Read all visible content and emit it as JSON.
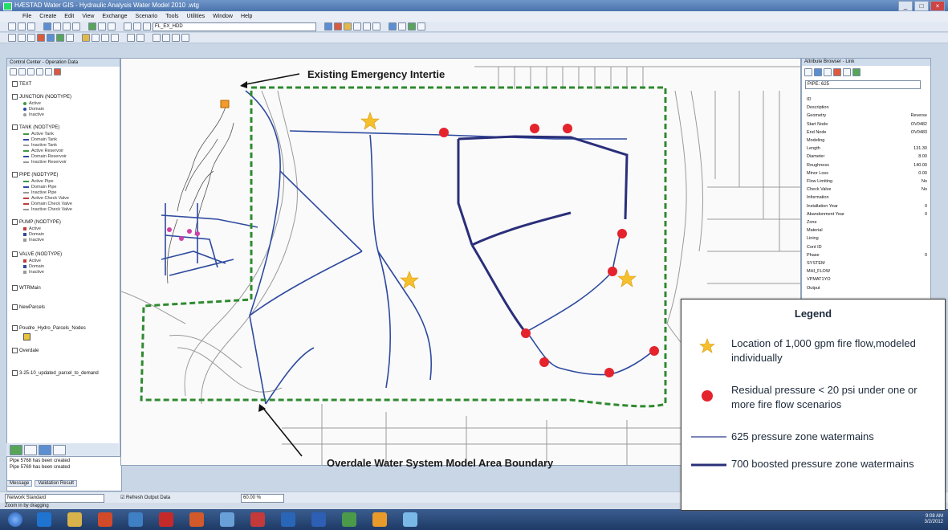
{
  "window": {
    "title": "HÆSTAD Water GIS - Hydraulic Analysis Water Model 2010 .wtg"
  },
  "menu": [
    "File",
    "Create",
    "Edit",
    "View",
    "Exchange",
    "Scenario",
    "Tools",
    "Utilities",
    "Window",
    "Help"
  ],
  "toolbar": {
    "scenario_combo": "FL_EX_HDD"
  },
  "left_panel": {
    "title": "Control Center - Operation Data",
    "layers": [
      {
        "name": "TEXT"
      },
      {
        "name": "JUNCTION (NODTYPE)",
        "items": [
          "Active",
          "Domain",
          "Inactive"
        ]
      },
      {
        "name": "TANK (NODTYPE)",
        "items": [
          "Active Tank",
          "Domain Tank",
          "Inactive Tank",
          "Active Reservoir",
          "Domain Reservoir",
          "Inactive Reservoir"
        ]
      },
      {
        "name": "PIPE (NODTYPE)",
        "items": [
          "Active Pipe",
          "Domain Pipe",
          "Inactive Pipe",
          "Active Check Valve",
          "Domain Check Valve",
          "Inactive Check Valve"
        ]
      },
      {
        "name": "PUMP (NODTYPE)",
        "items": [
          "Active",
          "Domain",
          "Inactive"
        ]
      },
      {
        "name": "VALVE (NODTYPE)",
        "items": [
          "Active",
          "Domain",
          "Inactive"
        ]
      },
      {
        "name": "WTRMain"
      },
      {
        "name": "NewParcels"
      },
      {
        "name": "Poudre_Hydro_Parcels_Nodes"
      },
      {
        "name": "Overdale"
      },
      {
        "name": "3-25-10_updated_parcel_to_demand"
      }
    ]
  },
  "messages": {
    "lines": [
      "Pipe 5768 has been created",
      "Pipe 5769 has been created"
    ],
    "tabs": [
      "Message",
      "Validation Result"
    ]
  },
  "status": {
    "profile": "Network Standard",
    "refresh": "Refresh Output Data",
    "zoom": "60.00 %",
    "hint": "Zoom in by dragging"
  },
  "right_panel": {
    "title": "Attribute Browser - Link",
    "element": "PIPE: 625",
    "properties": [
      {
        "k": "ID",
        "v": ""
      },
      {
        "k": "Description",
        "v": ""
      },
      {
        "k": "Geometry",
        "v": "Reverse"
      },
      {
        "k": "Start Node",
        "v": "OV0482"
      },
      {
        "k": "End Node",
        "v": "OV0483"
      },
      {
        "k": "Modeling",
        "v": ""
      },
      {
        "k": "Length",
        "v": "131.30"
      },
      {
        "k": "Diameter",
        "v": "8.00"
      },
      {
        "k": "Roughness",
        "v": "140.00"
      },
      {
        "k": "Minor Loss",
        "v": "0.00"
      },
      {
        "k": "Flow Limiting",
        "v": "No"
      },
      {
        "k": "Check Valve",
        "v": "No"
      },
      {
        "k": "Information",
        "v": ""
      },
      {
        "k": "Installation Year",
        "v": "0"
      },
      {
        "k": "Abandonment Year",
        "v": "0"
      },
      {
        "k": "Zone",
        "v": ""
      },
      {
        "k": "Material",
        "v": ""
      },
      {
        "k": "Lining",
        "v": ""
      },
      {
        "k": "Cont ID",
        "v": ""
      },
      {
        "k": "Phase",
        "v": "0"
      },
      {
        "k": "SYSTEM",
        "v": ""
      },
      {
        "k": "MHI_FLOW",
        "v": ""
      },
      {
        "k": "VPMAT1YO",
        "v": ""
      },
      {
        "k": "Output",
        "v": ""
      }
    ]
  },
  "annotations": {
    "intertie": "Existing Emergency Intertie",
    "boundary": "Overdale Water System Model Area Boundary"
  },
  "legend": {
    "title": "Legend",
    "items": [
      {
        "symbol": "star",
        "label": "Location of 1,000 gpm fire flow,modeled individually",
        "color": "#f5c02c"
      },
      {
        "symbol": "dot",
        "label": "Residual pressure < 20 psi under one or more fire flow scenarios",
        "color": "#e4232d"
      },
      {
        "symbol": "thin-line",
        "label": "625 pressure zone watermains",
        "color": "#2a3a8f"
      },
      {
        "symbol": "thick-line",
        "label": "700 boosted pressure zone watermains",
        "color": "#2a2f7a"
      }
    ]
  },
  "colors": {
    "boundary": "#2f8a2f",
    "pipe625": "#2e4aa0",
    "pipe700": "#2a2f7a",
    "street": "#8d8d8d"
  },
  "taskbar": {
    "time": "9:08 AM",
    "date": "3/2/2012"
  }
}
